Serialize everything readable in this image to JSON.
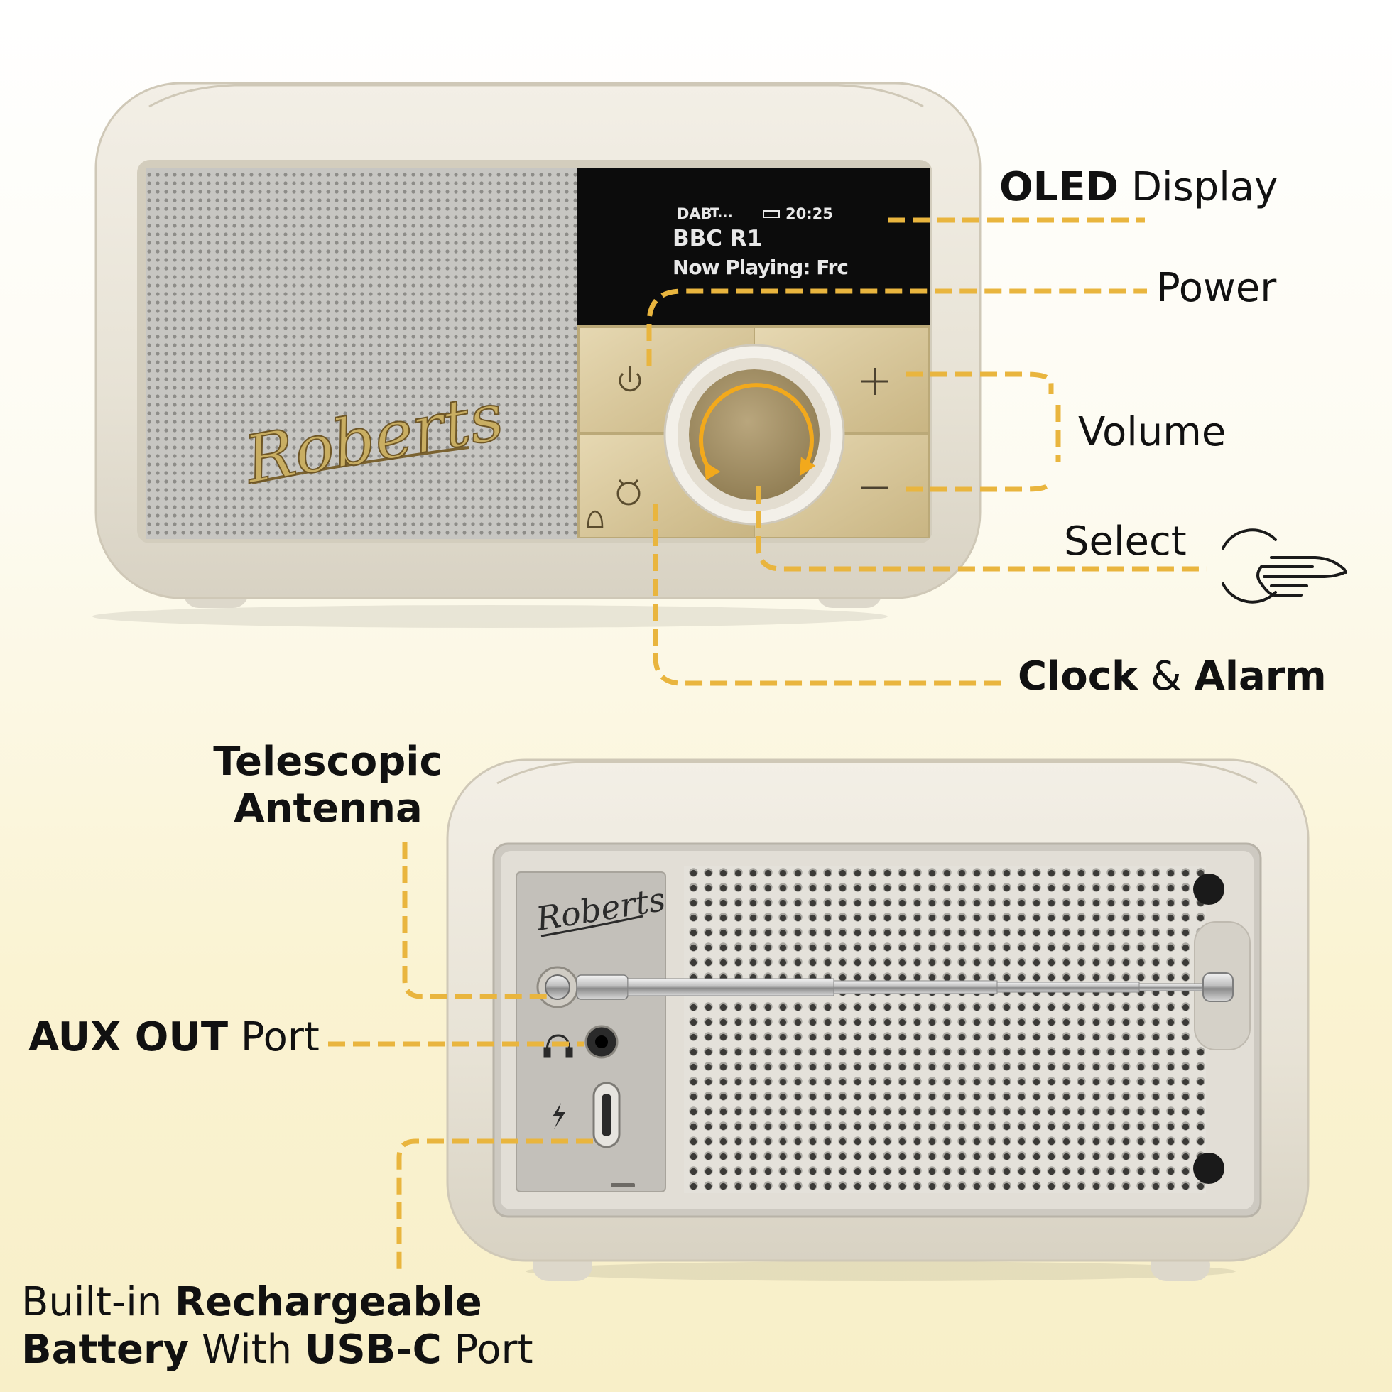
{
  "front_radio": {
    "brand": "Roberts",
    "oled": {
      "status_mode": "DAB",
      "status_signal": "T...",
      "time": "20:25",
      "station": "BBC R1",
      "dls_text": "Now Playing: Frc"
    }
  },
  "back_radio": {
    "brand": "Roberts"
  },
  "callouts": {
    "oled": {
      "bold": "OLED",
      "rest": " Display"
    },
    "power": {
      "text": "Power"
    },
    "volume": {
      "text": "Volume"
    },
    "select": {
      "text": "Select"
    },
    "clock_alarm": {
      "bold1": "Clock",
      "mid": " & ",
      "bold2": "Alarm"
    },
    "antenna": {
      "line1": "Telescopic",
      "line2": "Antenna"
    },
    "aux": {
      "bold": "AUX OUT",
      "rest": " Port"
    },
    "battery": {
      "l1_reg": "Built-in ",
      "l1_bold": "Rechargeable",
      "l2_bold1": "Battery",
      "l2_reg1": " With ",
      "l2_bold2": "USB-C",
      "l2_reg2": " Port"
    }
  },
  "colors": {
    "leader": "#e9b53e",
    "cream": "#ece7da",
    "gold_panel": "#d8c79d",
    "knob_arrow": "#f2a91c",
    "oled_bg": "#0c0c0c"
  },
  "icons": [
    "power-icon",
    "plus-icon",
    "minus-icon",
    "alarm-clock-icon",
    "bell-icon",
    "pointing-hand-icon",
    "headphone-icon",
    "lightning-icon"
  ]
}
